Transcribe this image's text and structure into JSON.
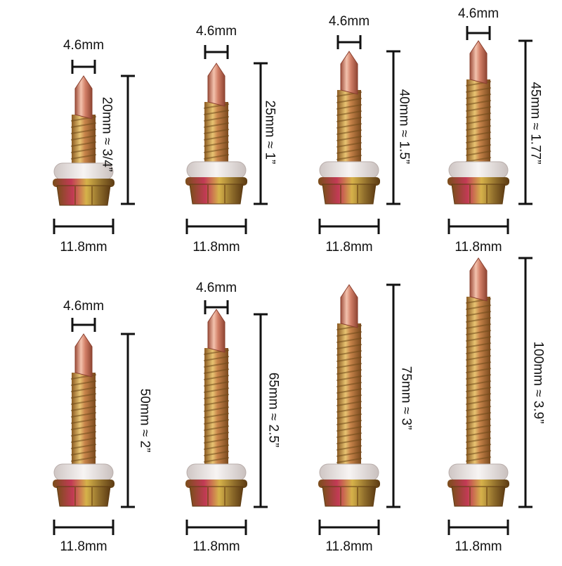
{
  "screws": [
    {
      "id": "20mm",
      "thread_diameter": "4.6mm",
      "length_label": "20mm ≈ 3/4”",
      "washer_width": "11.8mm"
    },
    {
      "id": "25mm",
      "thread_diameter": "4.6mm",
      "length_label": "25mm ≈ 1”",
      "washer_width": "11.8mm"
    },
    {
      "id": "40mm",
      "thread_diameter": "4.6mm",
      "length_label": "40mm ≈ 1.5”",
      "washer_width": "11.8mm"
    },
    {
      "id": "45mm",
      "thread_diameter": "4.6mm",
      "length_label": "45mm ≈ 1.77”",
      "washer_width": "11.8mm"
    },
    {
      "id": "50mm",
      "thread_diameter": "4.6mm",
      "length_label": "50mm ≈ 2”",
      "washer_width": "11.8mm"
    },
    {
      "id": "65mm",
      "thread_diameter": "4.6mm",
      "length_label": "65mm ≈ 2.5”",
      "washer_width": "11.8mm"
    },
    {
      "id": "75mm",
      "thread_diameter": "",
      "length_label": "75mm ≈ 3”",
      "washer_width": "11.8mm"
    },
    {
      "id": "100mm",
      "thread_diameter": "",
      "length_label": "100mm ≈ 3.9”",
      "washer_width": "11.8mm"
    }
  ],
  "colors": {
    "shank_copper": "#c8735a",
    "shank_highlight": "#f3c2ad",
    "thread_gold": "#c79a3a",
    "head_gold": "#b8892e",
    "washer": "#e9e4e2",
    "dimension_line": "#111111"
  }
}
